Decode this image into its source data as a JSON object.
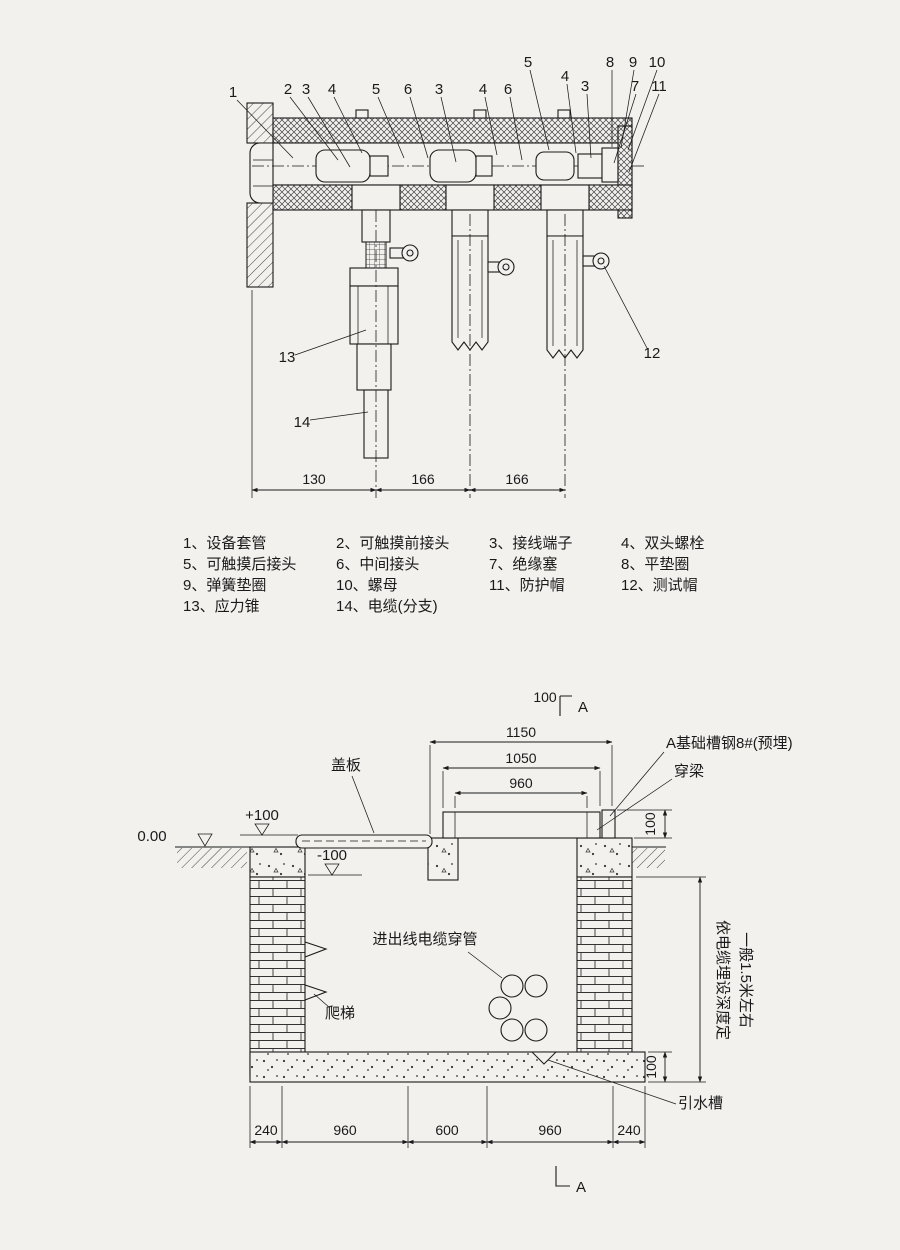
{
  "sheet": {
    "background": "#f3f1ee",
    "ink": "#1a1a1a"
  },
  "top_drawing": {
    "callouts": [
      "1",
      "2",
      "3",
      "4",
      "5",
      "6",
      "3",
      "4",
      "6",
      "5",
      "4",
      "3",
      "8",
      "9",
      "10",
      "7",
      "11",
      "12",
      "13",
      "14"
    ],
    "dims": [
      "130",
      "166",
      "166"
    ]
  },
  "legend": {
    "items": [
      "1、设备套管",
      "2、可触摸前接头",
      "3、接线端子",
      "4、双头螺栓",
      "5、可触摸后接头",
      "6、中间接头",
      "7、绝缘塞",
      "8、平垫圈",
      "9、弹簧垫圈",
      "10、螺母",
      "11、防护帽",
      "12、测试帽",
      "13、应力锥",
      "14、电缆(分支)"
    ]
  },
  "bottom_drawing": {
    "section_marker": {
      "dim": "100",
      "letter": "A"
    },
    "top_dims": [
      "1150",
      "1050",
      "960"
    ],
    "labels": {
      "channel_steel": "A基础槽钢8#(预埋)",
      "beam": "穿梁",
      "cover_plate": "盖板",
      "cable_pipes": "进出线电缆穿管",
      "ladder": "爬梯",
      "drain": "引水槽"
    },
    "levels": {
      "plus": "+100",
      "zero": "0.00",
      "minus": "-100"
    },
    "right_dims": {
      "beam_height": "100",
      "floor_thickness": "100"
    },
    "depth_note": [
      "依电缆埋设深度定",
      "一般1.5米左右"
    ],
    "bottom_dims": [
      "240",
      "960",
      "600",
      "960",
      "240"
    ],
    "section_letter": "A"
  }
}
